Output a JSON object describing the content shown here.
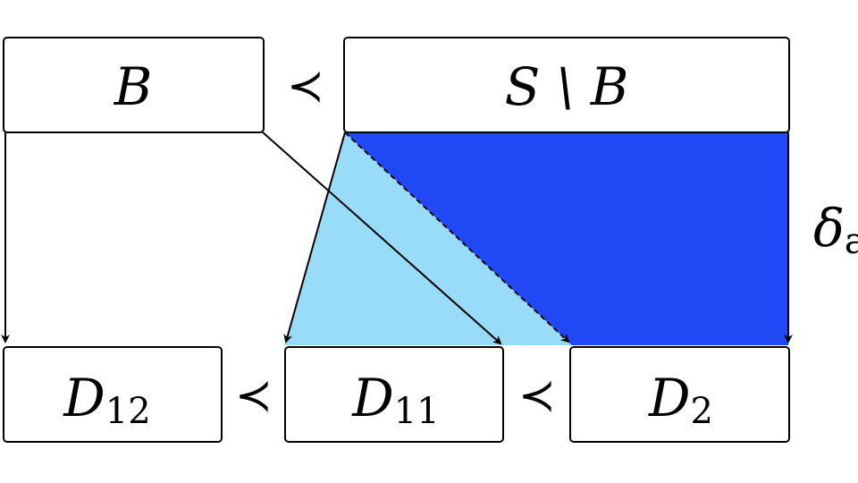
{
  "boxes": {
    "b": {
      "base": "B",
      "sub": ""
    },
    "s_minus_b": {
      "base": "S \\ B",
      "sub": ""
    },
    "d12": {
      "base": "D",
      "sub": "12"
    },
    "d11": {
      "base": "D",
      "sub": "11"
    },
    "d2": {
      "base": "D",
      "sub": "2"
    }
  },
  "relations": {
    "top": "≺",
    "bottom_left": "≺",
    "bottom_right": "≺"
  },
  "side_label": "δ",
  "side_label_sub": "a",
  "colors": {
    "light_region": "#99dcf9",
    "dark_region": "#2049f5",
    "stroke": "#000000"
  }
}
